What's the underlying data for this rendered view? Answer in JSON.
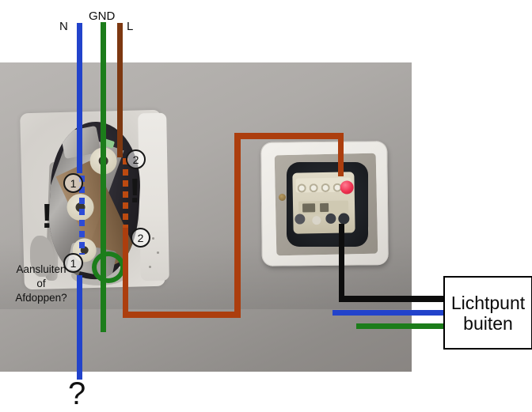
{
  "scene": {
    "description": "Annotated photo of two flush-mounted wall boxes with drawn mains wiring overlay"
  },
  "top_labels": {
    "n": "N",
    "gnd": "GND",
    "l": "L"
  },
  "markers": {
    "one": "1",
    "two": "2",
    "exclamation": "!",
    "question_mark": "?"
  },
  "left_note": {
    "line1": "Aansluiten",
    "line2": "of",
    "line3": "Afdoppen?"
  },
  "lightpoint_box": {
    "line1": "Lichtpunt",
    "line2": "buiten"
  },
  "colors": {
    "neutral_blue": "#2243cb",
    "ground_green": "#1c7d1b",
    "line_brown_dark": "#7d3811",
    "switch_loop_brown": "#ac3e0e",
    "lamp_black": "#0d0d0d",
    "wall_gray": "#a5a29f",
    "red_button": "#ee3050"
  }
}
